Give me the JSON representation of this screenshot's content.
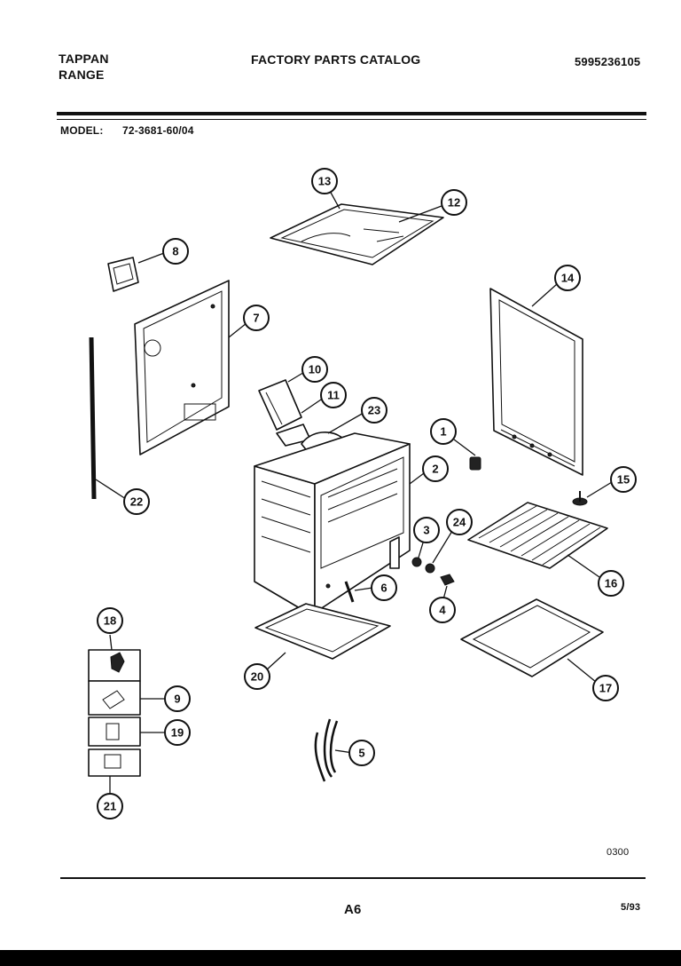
{
  "header": {
    "brand_line1": "TAPPAN",
    "brand_line2": "RANGE",
    "catalog_title": "FACTORY PARTS CATALOG",
    "catalog_number": "5995236105",
    "model_label": "MODEL:",
    "model_number": "72-3681-60/04"
  },
  "footer": {
    "code": "0300",
    "page": "A6",
    "date": "5/93"
  },
  "callouts": [
    {
      "id": "callout-1",
      "label": "1"
    },
    {
      "id": "callout-2",
      "label": "2"
    },
    {
      "id": "callout-3",
      "label": "3"
    },
    {
      "id": "callout-4",
      "label": "4"
    },
    {
      "id": "callout-5",
      "label": "5"
    },
    {
      "id": "callout-6",
      "label": "6"
    },
    {
      "id": "callout-7",
      "label": "7"
    },
    {
      "id": "callout-8",
      "label": "8"
    },
    {
      "id": "callout-9",
      "label": "9"
    },
    {
      "id": "callout-10",
      "label": "10"
    },
    {
      "id": "callout-11",
      "label": "11"
    },
    {
      "id": "callout-12",
      "label": "12"
    },
    {
      "id": "callout-13",
      "label": "13"
    },
    {
      "id": "callout-14",
      "label": "14"
    },
    {
      "id": "callout-15",
      "label": "15"
    },
    {
      "id": "callout-16",
      "label": "16"
    },
    {
      "id": "callout-17",
      "label": "17"
    },
    {
      "id": "callout-18",
      "label": "18"
    },
    {
      "id": "callout-19",
      "label": "19"
    },
    {
      "id": "callout-20",
      "label": "20"
    },
    {
      "id": "callout-21",
      "label": "21"
    },
    {
      "id": "callout-22",
      "label": "22"
    },
    {
      "id": "callout-23",
      "label": "23"
    },
    {
      "id": "callout-24",
      "label": "24"
    }
  ]
}
